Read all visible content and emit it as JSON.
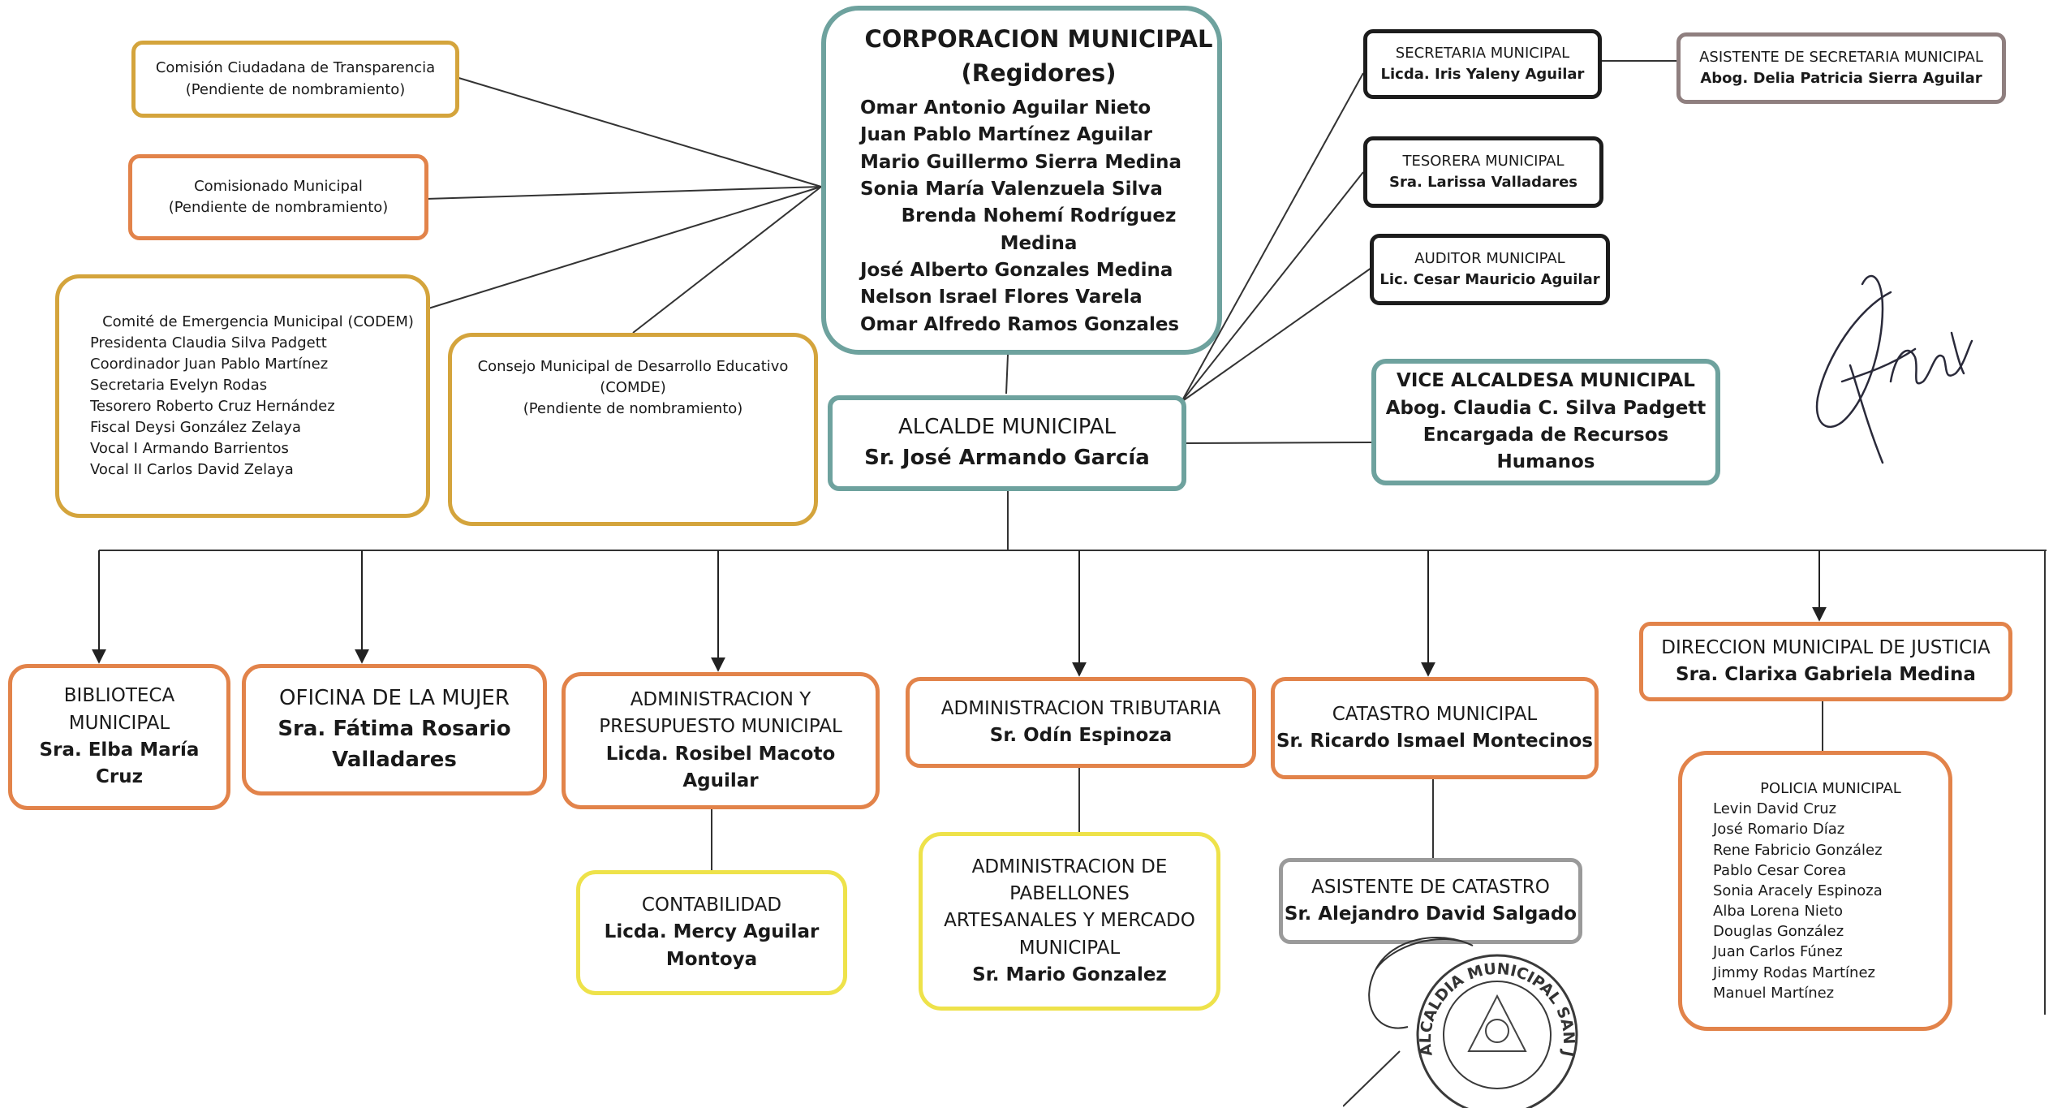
{
  "corporacion": {
    "title": "CORPORACION MUNICIPAL",
    "subtitle": "(Regidores)",
    "members": [
      "Omar Antonio Aguilar Nieto",
      "Juan Pablo Martínez Aguilar",
      "Mario Guillermo Sierra Medina",
      "Sonia María Valenzuela Silva",
      "Brenda Nohemí Rodríguez Medina",
      "José Alberto Gonzales Medina",
      "Nelson Israel Flores Varela",
      "Omar Alfredo Ramos Gonzales"
    ]
  },
  "comision_transparencia": {
    "title": "Comisión Ciudadana de Transparencia",
    "status": "(Pendiente de nombramiento)"
  },
  "comisionado": {
    "title": "Comisionado Municipal",
    "status": "(Pendiente de nombramiento)"
  },
  "codem": {
    "title": "Comité de Emergencia Municipal (CODEM)",
    "members": [
      "Presidenta Claudia Silva Padgett",
      "Coordinador Juan Pablo Martínez",
      "Secretaria Evelyn Rodas",
      "Tesorero Roberto Cruz Hernández",
      "Fiscal Deysi González Zelaya",
      "Vocal I Armando Barrientos",
      "Vocal II Carlos David Zelaya"
    ]
  },
  "comde": {
    "title": "Consejo Municipal de Desarrollo Educativo",
    "abbr": "(COMDE)",
    "status": "(Pendiente de nombramiento)"
  },
  "secretaria": {
    "title": "SECRETARIA MUNICIPAL",
    "name": "Licda. Iris Yaleny Aguilar"
  },
  "asistente_secretaria": {
    "title": "ASISTENTE DE SECRETARIA MUNICIPAL",
    "name": "Abog. Delia Patricia Sierra Aguilar"
  },
  "tesorera": {
    "title": "TESORERA MUNICIPAL",
    "name": "Sra. Larissa Valladares"
  },
  "auditor": {
    "title": "AUDITOR MUNICIPAL",
    "name": "Lic. Cesar Mauricio Aguilar"
  },
  "alcalde": {
    "title": "ALCALDE MUNICIPAL",
    "name": "Sr. José Armando García"
  },
  "vice": {
    "title": "VICE ALCALDESA MUNICIPAL",
    "name": "Abog. Claudia C. Silva Padgett",
    "role": "Encargada de Recursos Humanos"
  },
  "biblioteca": {
    "line1": "BIBLIOTECA",
    "line2": "MUNICIPAL",
    "line3": "Sra. Elba María",
    "line4": "Cruz"
  },
  "mujer": {
    "title": "OFICINA DE LA MUJER",
    "line2": "Sra. Fátima Rosario",
    "line3": "Valladares"
  },
  "presupuesto": {
    "line1": "ADMINISTRACION Y",
    "line2": "PRESUPUESTO MUNICIPAL",
    "name": "Licda. Rosibel Macoto Aguilar"
  },
  "contabilidad": {
    "title": "CONTABILIDAD",
    "line2": "Licda. Mercy Aguilar",
    "line3": "Montoya"
  },
  "tributaria": {
    "title": "ADMINISTRACION TRIBUTARIA",
    "name": "Sr. Odín Espinoza"
  },
  "pabellones": {
    "line1": "ADMINISTRACION DE",
    "line2": "PABELLONES",
    "line3": "ARTESANALES Y MERCADO",
    "line4": "MUNICIPAL",
    "name": "Sr. Mario Gonzalez"
  },
  "catastro": {
    "title": "CATASTRO MUNICIPAL",
    "name": "Sr. Ricardo Ismael Montecinos"
  },
  "asistente_catastro": {
    "title": "ASISTENTE DE CATASTRO",
    "name": "Sr. Alejandro David Salgado"
  },
  "justicia": {
    "title": "DIRECCION MUNICIPAL DE JUSTICIA",
    "name": "Sra. Clarixa Gabriela Medina"
  },
  "policia": {
    "title": "POLICIA MUNICIPAL",
    "members": [
      "Levin David Cruz",
      "José Romario Díaz",
      "Rene Fabricio González",
      "Pablo Cesar Corea",
      "Sonia Aracely Espinoza",
      "Alba Lorena Nieto",
      "Douglas González",
      "Juan Carlos Fúnez",
      "Jimmy Rodas Martínez",
      "Manuel Martínez"
    ]
  },
  "seal": {
    "text": "ALCALDIA MUNICIPAL SAN JUAN DE OJOJONA"
  },
  "colors": {
    "gold": "#d4a43c",
    "orange": "#e2834a",
    "teal": "#6ea29e",
    "black": "#1c1c1c",
    "gray": "#9a9a9a",
    "yellow": "#eee24a"
  }
}
